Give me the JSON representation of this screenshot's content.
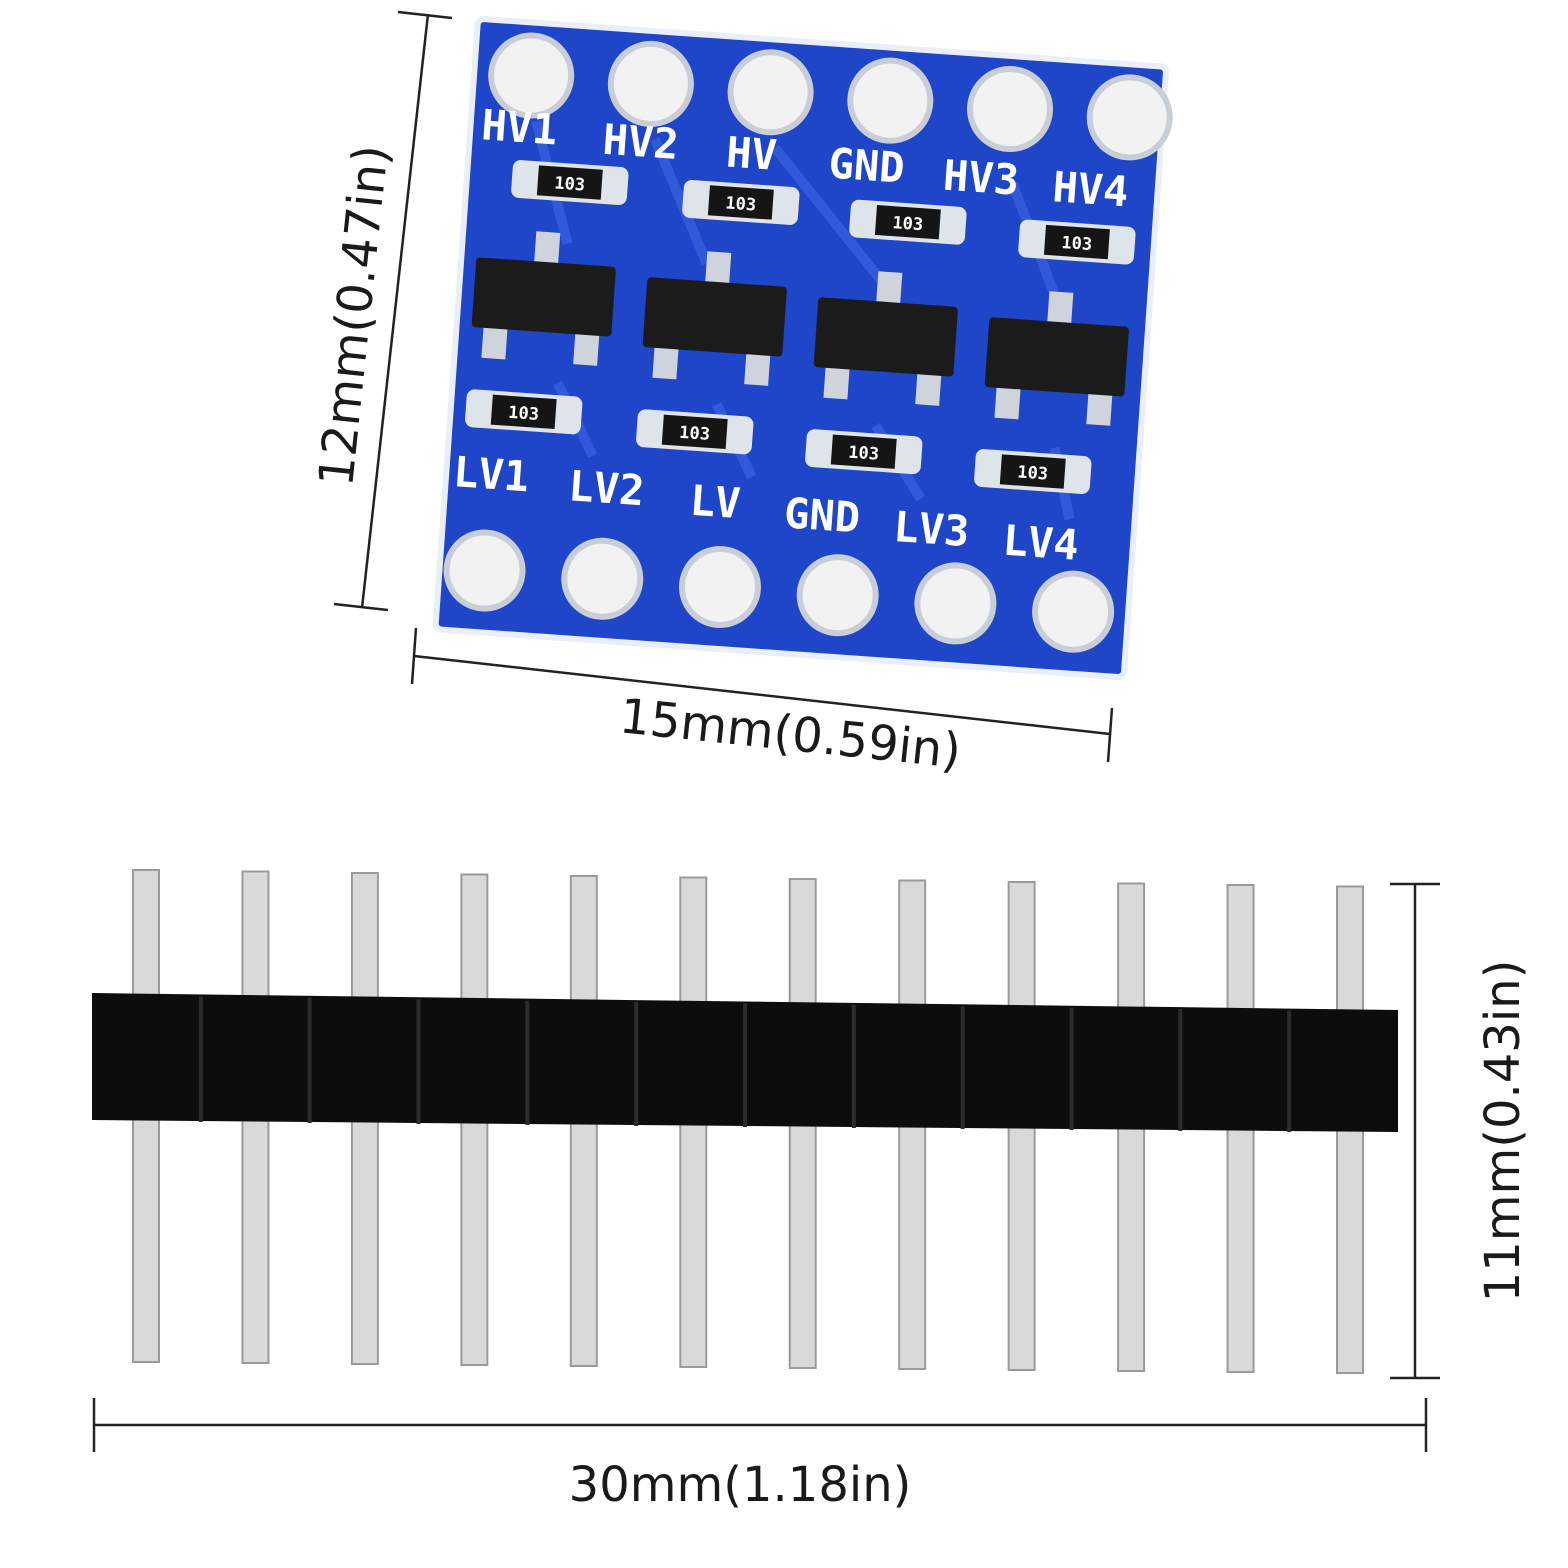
{
  "board": {
    "color": "#1f45c8",
    "silkscreen_color": "#ffffff",
    "pad_color": "#f2f2f2",
    "top_labels": [
      "HV1",
      "HV2",
      "HV",
      "GND",
      "HV3",
      "HV4"
    ],
    "bottom_labels": [
      "LV1",
      "LV2",
      "LV",
      "GND",
      "LV3",
      "LV4"
    ],
    "top_resistors": [
      "103",
      "103",
      "103",
      "103"
    ],
    "bottom_resistors": [
      "103",
      "103",
      "103",
      "103"
    ],
    "transistor_count": 4
  },
  "header": {
    "pin_count": 12,
    "housing_color": "#0d0d0d",
    "pin_color": "#d9d9d9"
  },
  "dimensions": {
    "board_height": "12mm(0.47in)",
    "board_width": "15mm(0.59in)",
    "header_height": "11mm(0.43in)",
    "header_width": "30mm(1.18in)"
  }
}
